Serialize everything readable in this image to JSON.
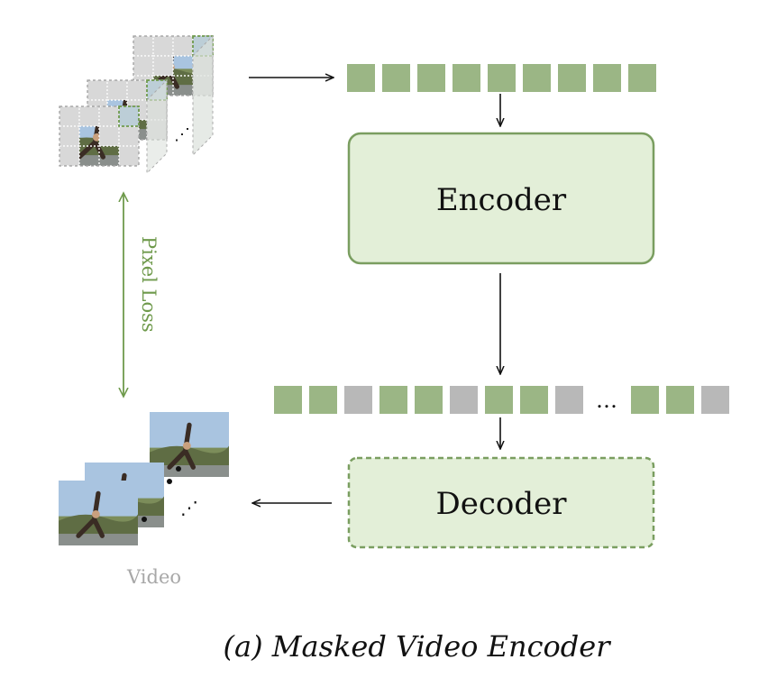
{
  "encoder": {
    "label": "Encoder"
  },
  "decoder": {
    "label": "Decoder"
  },
  "loss": {
    "label": "Pixel Loss"
  },
  "video": {
    "label": "Video"
  },
  "ellipsis": "…",
  "caption": "(a) Masked Video Encoder",
  "visible_tokens": [
    "v",
    "v",
    "v",
    "v",
    "v",
    "v",
    "v",
    "v",
    "v"
  ],
  "full_tokens_left": [
    "v",
    "v",
    "m",
    "v",
    "v",
    "m",
    "v",
    "v",
    "m"
  ],
  "full_tokens_right": [
    "v",
    "v",
    "m"
  ],
  "colors": {
    "token_visible": "#9bb685",
    "token_masked": "#b8b8b8",
    "box_fill": "#e3efd8",
    "box_border": "#7a9e60",
    "loss_green": "#6f9a4c",
    "video_label": "#a8a8a8",
    "arrow": "#111111"
  }
}
